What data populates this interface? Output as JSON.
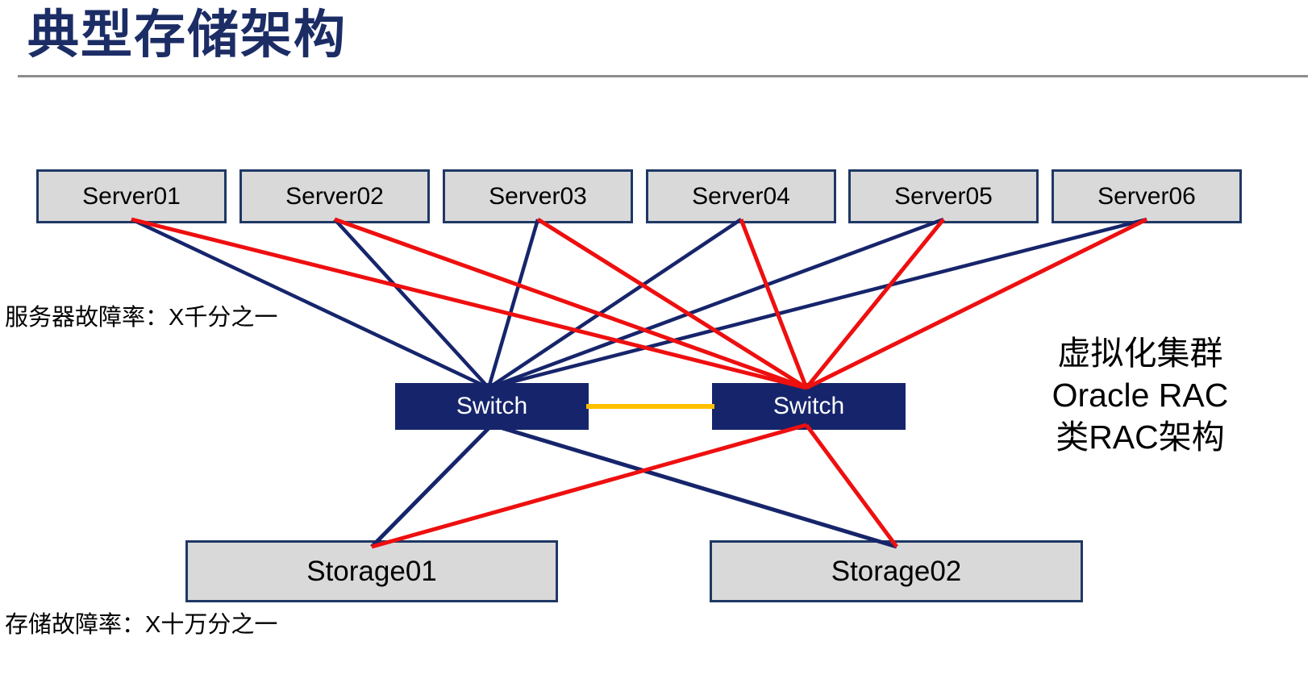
{
  "slide": {
    "title": "典型存储架构"
  },
  "colors": {
    "navy": "#16256b",
    "red": "#ee0f0f",
    "yellow": "#ffc000",
    "box_fill": "#d9d9d9",
    "box_border": "#1f3864",
    "title_navy": "#1c2d66",
    "rule_gray": "#8c8c8c"
  },
  "servers": [
    {
      "label": "Server01"
    },
    {
      "label": "Server02"
    },
    {
      "label": "Server03"
    },
    {
      "label": "Server04"
    },
    {
      "label": "Server05"
    },
    {
      "label": "Server06"
    }
  ],
  "switches": [
    {
      "label": "Switch"
    },
    {
      "label": "Switch"
    }
  ],
  "storages": [
    {
      "label": "Storage01"
    },
    {
      "label": "Storage02"
    }
  ],
  "annotations": {
    "server_failure_rate": "服务器故障率：X千分之一",
    "storage_failure_rate": "存储故障率：X十万分之一",
    "cluster_note_lines": [
      "虚拟化集群",
      "Oracle RAC",
      "类RAC架构"
    ]
  }
}
